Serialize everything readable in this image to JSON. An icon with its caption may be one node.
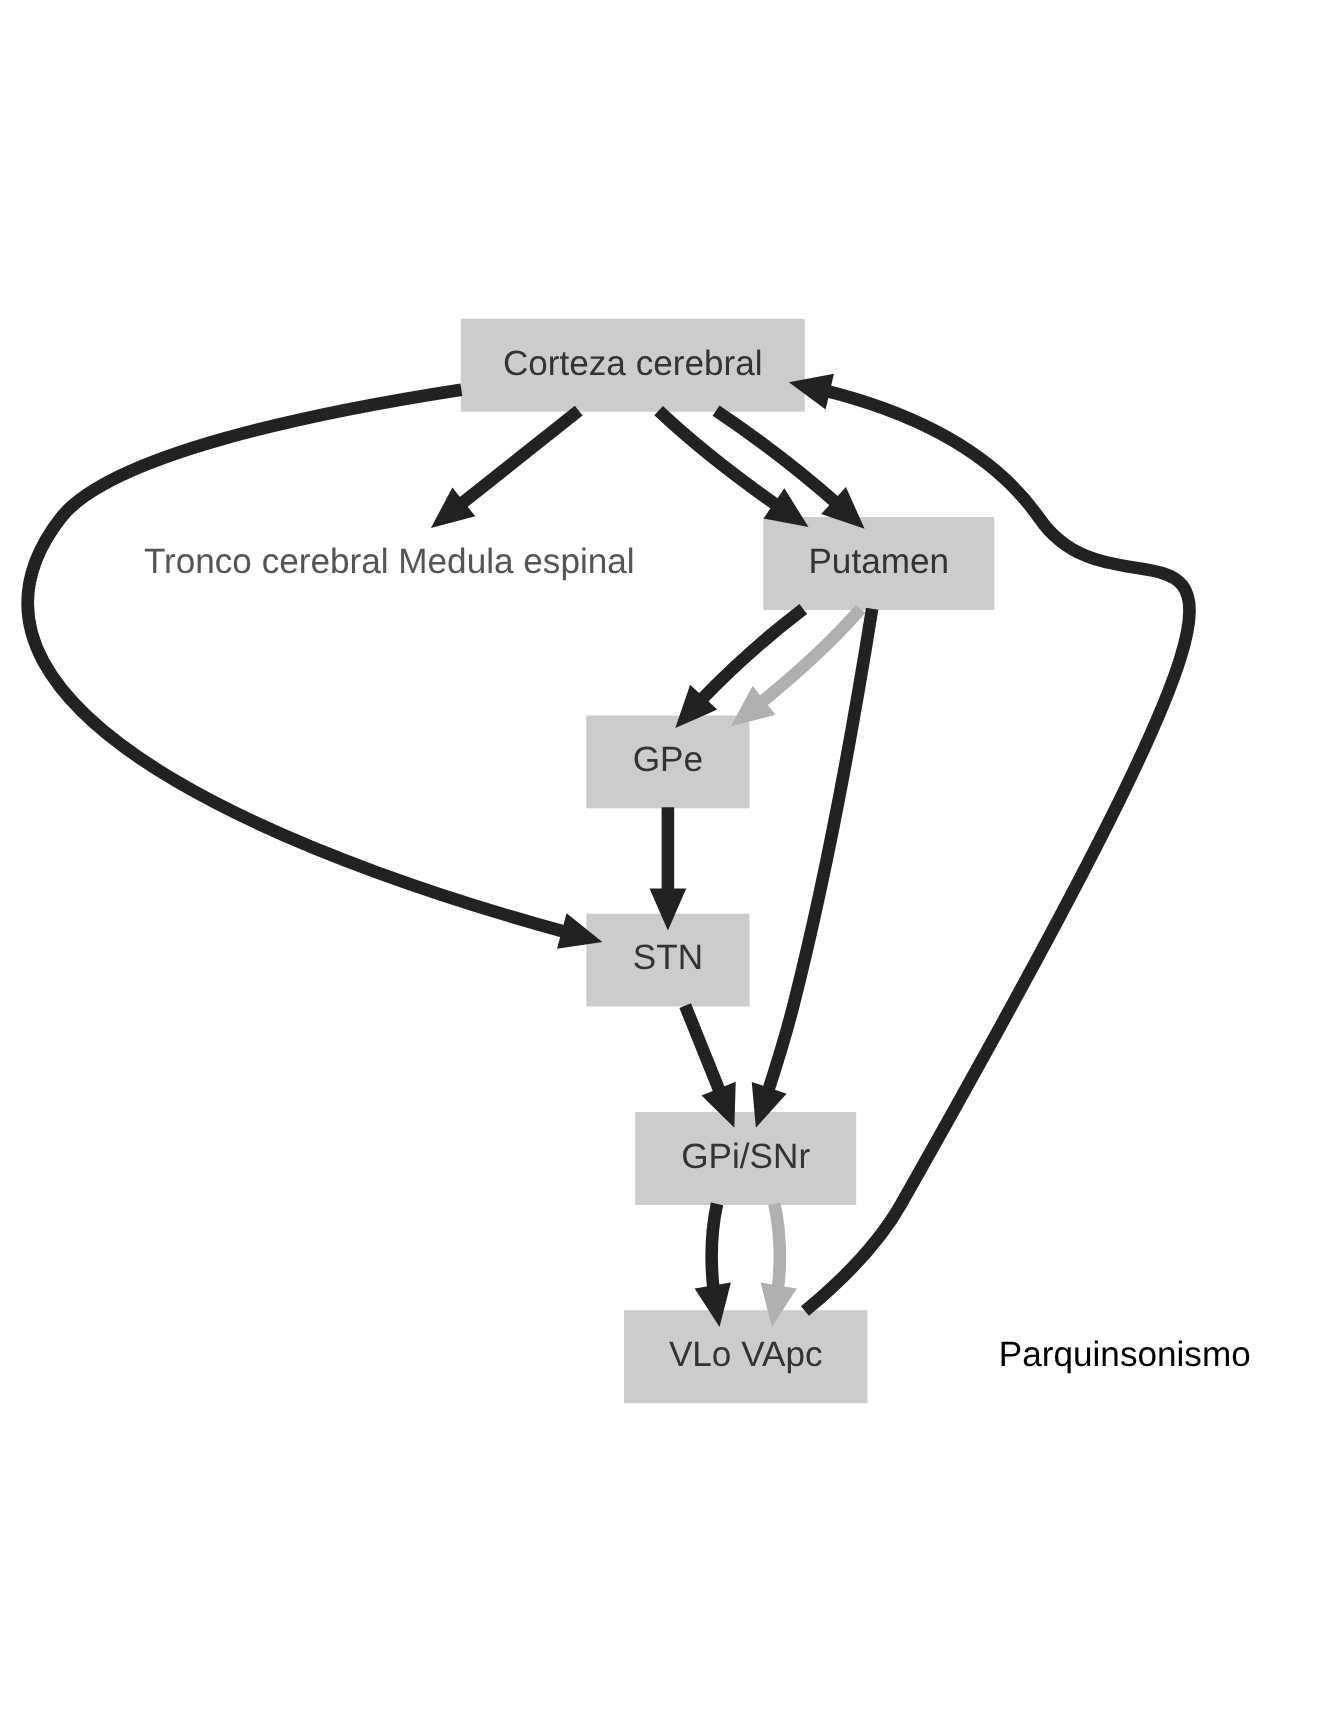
{
  "diagram": {
    "nodes": [
      {
        "text": [
          "Corteza cerebral"
        ]
      },
      {
        "text": [
          "Putamen"
        ]
      },
      {
        "text": [
          "GPe"
        ]
      },
      {
        "text": [
          "STN"
        ]
      },
      {
        "text": [
          "GPi/SNr"
        ]
      },
      {
        "text": [
          "VLo VApc"
        ]
      },
      {
        "text": [
          "Tronco cerebral Medula espinal"
        ]
      }
    ],
    "edges": [
      {
        "from": 0,
        "to": 6,
        "arrow": "to"
      },
      {
        "from": 0,
        "to": 3,
        "arrow": "to"
      },
      {
        "from": 0,
        "to": 1,
        "arrow": "to"
      },
      {
        "from": 0,
        "to": 1,
        "arrow": "to"
      },
      {
        "from": 5,
        "to": 0,
        "arrow": "to"
      },
      {
        "from": 1,
        "to": 2,
        "arrow": "to"
      },
      {
        "from": 1,
        "to": 2,
        "arrow": "to",
        "color": "#b0b0b0"
      },
      {
        "from": 1,
        "to": 4,
        "arrow": "to"
      },
      {
        "from": 2,
        "to": 3,
        "arrow": "to"
      },
      {
        "from": 3,
        "to": 4,
        "arrow": "to"
      },
      {
        "from": 4,
        "to": 5,
        "arrow": "to"
      },
      {
        "from": 4,
        "to": 5,
        "arrow": "to",
        "color": "#b0b0b0"
      }
    ],
    "labels": [
      "Parquinsonismo"
    ]
  }
}
